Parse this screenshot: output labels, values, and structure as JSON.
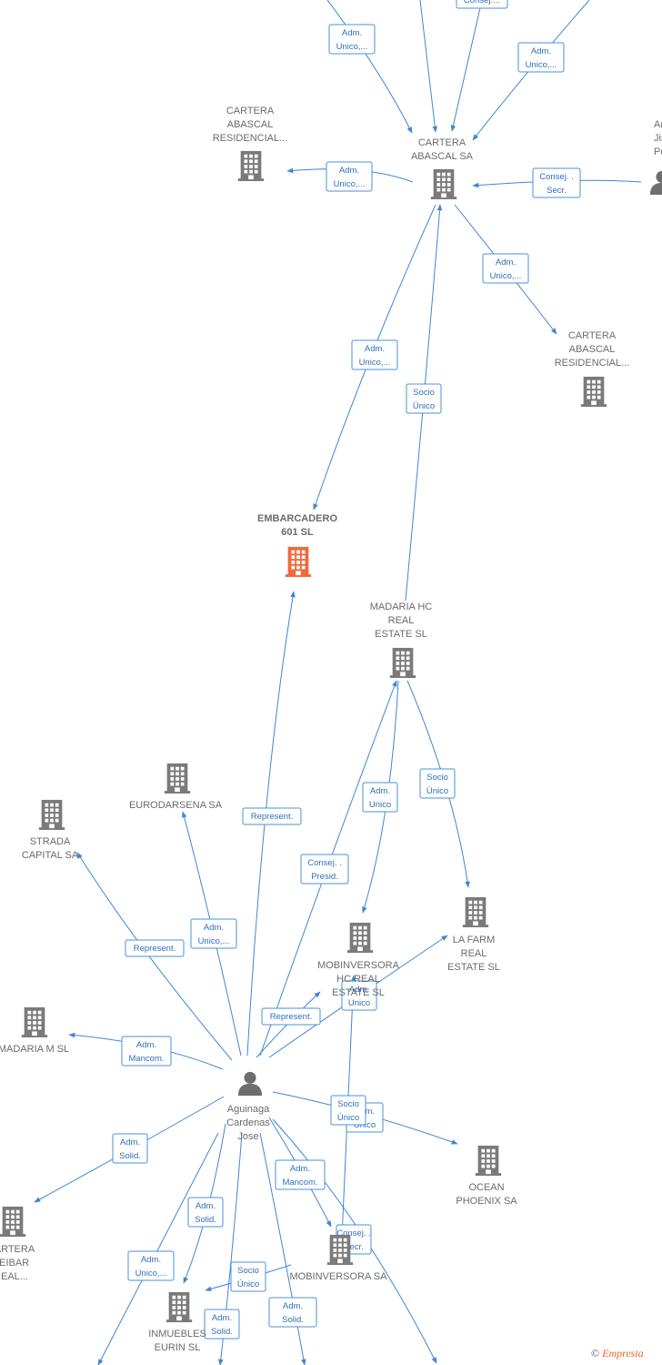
{
  "colors": {
    "edge": "#3f86d6",
    "company": "#7a7a7a",
    "highlight": "#f06a3c",
    "person": "#6e6e6e"
  },
  "nodes": [
    {
      "id": "cartera-abascal-sa",
      "type": "company",
      "lines": [
        "CARTERA",
        "ABASCAL SA"
      ]
    },
    {
      "id": "cartera-abascal-res-1",
      "type": "company",
      "lines": [
        "CARTERA",
        "ABASCAL",
        "RESIDENCIAL..."
      ]
    },
    {
      "id": "cartera-abascal-res-2",
      "type": "company",
      "lines": [
        "CARTERA",
        "ABASCAL",
        "RESIDENCIAL..."
      ]
    },
    {
      "id": "person-top-right",
      "type": "person",
      "lines": [
        "Ang",
        "Jime",
        "Po"
      ]
    },
    {
      "id": "embarcadero",
      "type": "company-main",
      "lines": [
        "EMBARCADERO",
        "601  SL"
      ]
    },
    {
      "id": "madaria-hc",
      "type": "company",
      "lines": [
        "MADARIA HC",
        "REAL",
        "ESTATE  SL"
      ]
    },
    {
      "id": "eurodarsena",
      "type": "company",
      "lines": [
        "EURODARSENA SA"
      ]
    },
    {
      "id": "strada",
      "type": "company",
      "lines": [
        "STRADA",
        "CAPITAL SA"
      ]
    },
    {
      "id": "mobinversora-hc",
      "type": "company",
      "lines": [
        "MOBINVERSORA",
        "HC REAL",
        "ESTATE SL"
      ]
    },
    {
      "id": "la-farm",
      "type": "company",
      "lines": [
        "LA FARM",
        "REAL",
        "ESTATE  SL"
      ]
    },
    {
      "id": "madaria-m",
      "type": "company",
      "lines": [
        "MADARIA M SL"
      ]
    },
    {
      "id": "aguinaga",
      "type": "person",
      "lines": [
        "Aguinaga",
        "Cardenas",
        "Jose"
      ]
    },
    {
      "id": "ocean-phoenix",
      "type": "company",
      "lines": [
        "OCEAN",
        "PHOENIX SA"
      ]
    },
    {
      "id": "cartera-seibar",
      "type": "company",
      "lines": [
        "CARTERA",
        "SEIBAR",
        "REAL..."
      ]
    },
    {
      "id": "mobinversora-sa",
      "type": "company",
      "lines": [
        "MOBINVERSORA SA"
      ]
    },
    {
      "id": "inmuebles-eurin",
      "type": "company",
      "lines": [
        "INMUEBLES",
        "EURIN SL"
      ]
    }
  ],
  "edges": [
    {
      "lines": [
        "Adm.",
        "Unico,..."
      ]
    },
    {
      "lines": [
        "Consej...."
      ]
    },
    {
      "lines": [
        "Adm.",
        "Unico,..."
      ]
    },
    {
      "lines": [
        "Adm.",
        "Unico,..."
      ]
    },
    {
      "lines": [
        "Consej. .",
        "Secr."
      ]
    },
    {
      "lines": [
        "Adm.",
        "Unico,..."
      ]
    },
    {
      "lines": [
        "Adm.",
        "Unico,..."
      ]
    },
    {
      "lines": [
        "Socio",
        "Único"
      ]
    },
    {
      "lines": [
        "Represent."
      ]
    },
    {
      "lines": [
        "Adm.",
        "Unico"
      ]
    },
    {
      "lines": [
        "Socio",
        "Único"
      ]
    },
    {
      "lines": [
        "Consej. .",
        "Presid."
      ]
    },
    {
      "lines": [
        "Represent."
      ]
    },
    {
      "lines": [
        "Adm.",
        "Unico,..."
      ]
    },
    {
      "lines": [
        "Represent."
      ]
    },
    {
      "lines": [
        "Adm.",
        "Unico"
      ]
    },
    {
      "lines": [
        "Adm.",
        "Mancom."
      ]
    },
    {
      "lines": [
        "Adm.",
        "Unico"
      ]
    },
    {
      "lines": [
        "Socio",
        "Único"
      ]
    },
    {
      "lines": [
        "Adm.",
        "Solid."
      ]
    },
    {
      "lines": [
        "Adm.",
        "Mancom."
      ]
    },
    {
      "lines": [
        "Adm.",
        "Solid."
      ]
    },
    {
      "lines": [
        "Adm.",
        "Unico,..."
      ]
    },
    {
      "lines": [
        "Socio",
        "Único"
      ]
    },
    {
      "lines": [
        "Adm.",
        "Solid."
      ]
    },
    {
      "lines": [
        "Adm.",
        "Solid."
      ]
    },
    {
      "lines": [
        "Consej. .",
        "Secr."
      ]
    }
  ],
  "footer": {
    "copyright": "©",
    "brand": "Empresia"
  }
}
